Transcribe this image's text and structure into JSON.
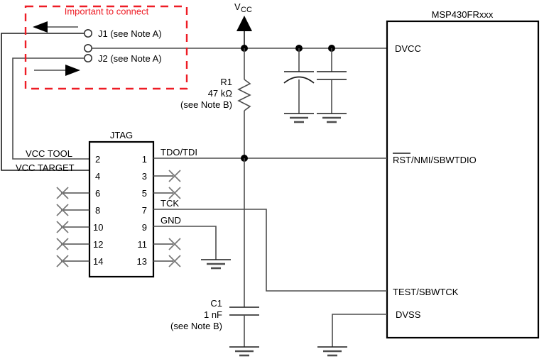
{
  "diagram": {
    "title": "MSP430FRxxx JTAG / Spy-Bi-Wire connection schematic",
    "chip": {
      "name": "MSP430FRxxx",
      "pins": [
        {
          "id": "dvcc",
          "label": "DVCC"
        },
        {
          "id": "rst",
          "label": "RST/NMI/SBWTDIO",
          "overline": true
        },
        {
          "id": "test",
          "label": "TEST/SBWTCK"
        },
        {
          "id": "dvss",
          "label": "DVSS"
        }
      ]
    },
    "connector": {
      "title": "JTAG",
      "left_pins": [
        "2",
        "4",
        "6",
        "8",
        "10",
        "12",
        "14"
      ],
      "right_pins": [
        "1",
        "3",
        "5",
        "7",
        "9",
        "11",
        "13"
      ],
      "left_signals": [
        {
          "pin": "2",
          "label": "VCC TOOL"
        },
        {
          "pin": "4",
          "label": "VCC TARGET"
        }
      ],
      "right_signals": [
        {
          "pin": "1",
          "label": "TDO/TDI"
        },
        {
          "pin": "7",
          "label": "TCK"
        },
        {
          "pin": "9",
          "label": "GND"
        }
      ],
      "unconnected_left_pins": [
        "6",
        "8",
        "10",
        "12",
        "14"
      ],
      "unconnected_right_pins": [
        "3",
        "5",
        "11",
        "13"
      ]
    },
    "callout": {
      "text": "Important to connect",
      "color": "#ee1c25"
    },
    "jumpers": [
      {
        "id": "j1",
        "label": "J1 (see Note A)"
      },
      {
        "id": "j2",
        "label": "J2 (see Note A)"
      }
    ],
    "power": {
      "rail_label": "V",
      "rail_sub": "CC"
    },
    "components": [
      {
        "id": "r1",
        "designator": "R1",
        "value": "47 kΩ",
        "note": "(see Note B)",
        "type": "resistor"
      },
      {
        "id": "c1",
        "designator": "C1",
        "value": "1 nF",
        "note": "(see Note B)",
        "type": "capacitor"
      }
    ]
  }
}
